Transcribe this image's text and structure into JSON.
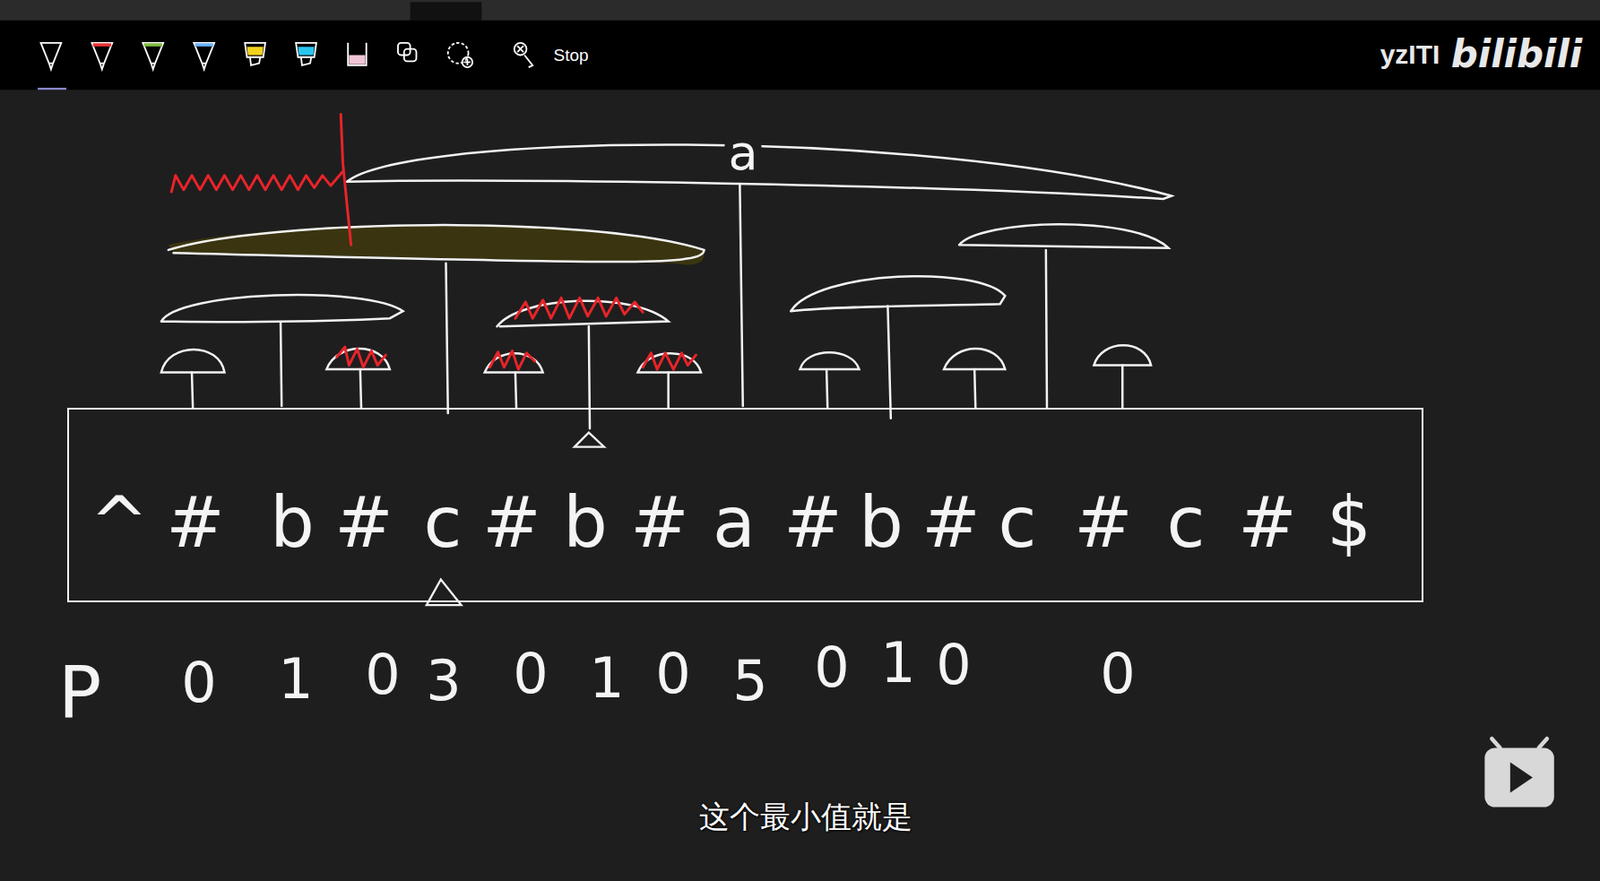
{
  "diagram": {
    "caption": "这个最小值就是",
    "nodes": [
      {
        "text": [
          "^",
          "#",
          "b",
          "#",
          "c",
          "#",
          "b",
          "#",
          "a",
          "#",
          "b",
          "#",
          "c",
          "#",
          "c",
          "#",
          "$"
        ]
      }
    ],
    "labels": [
      "Stop",
      "yzITI",
      "bilibili",
      "a",
      "P",
      "0",
      "1",
      "0",
      "3",
      "0",
      "1",
      "0",
      "5",
      "0",
      "1",
      "0",
      "0"
    ]
  }
}
